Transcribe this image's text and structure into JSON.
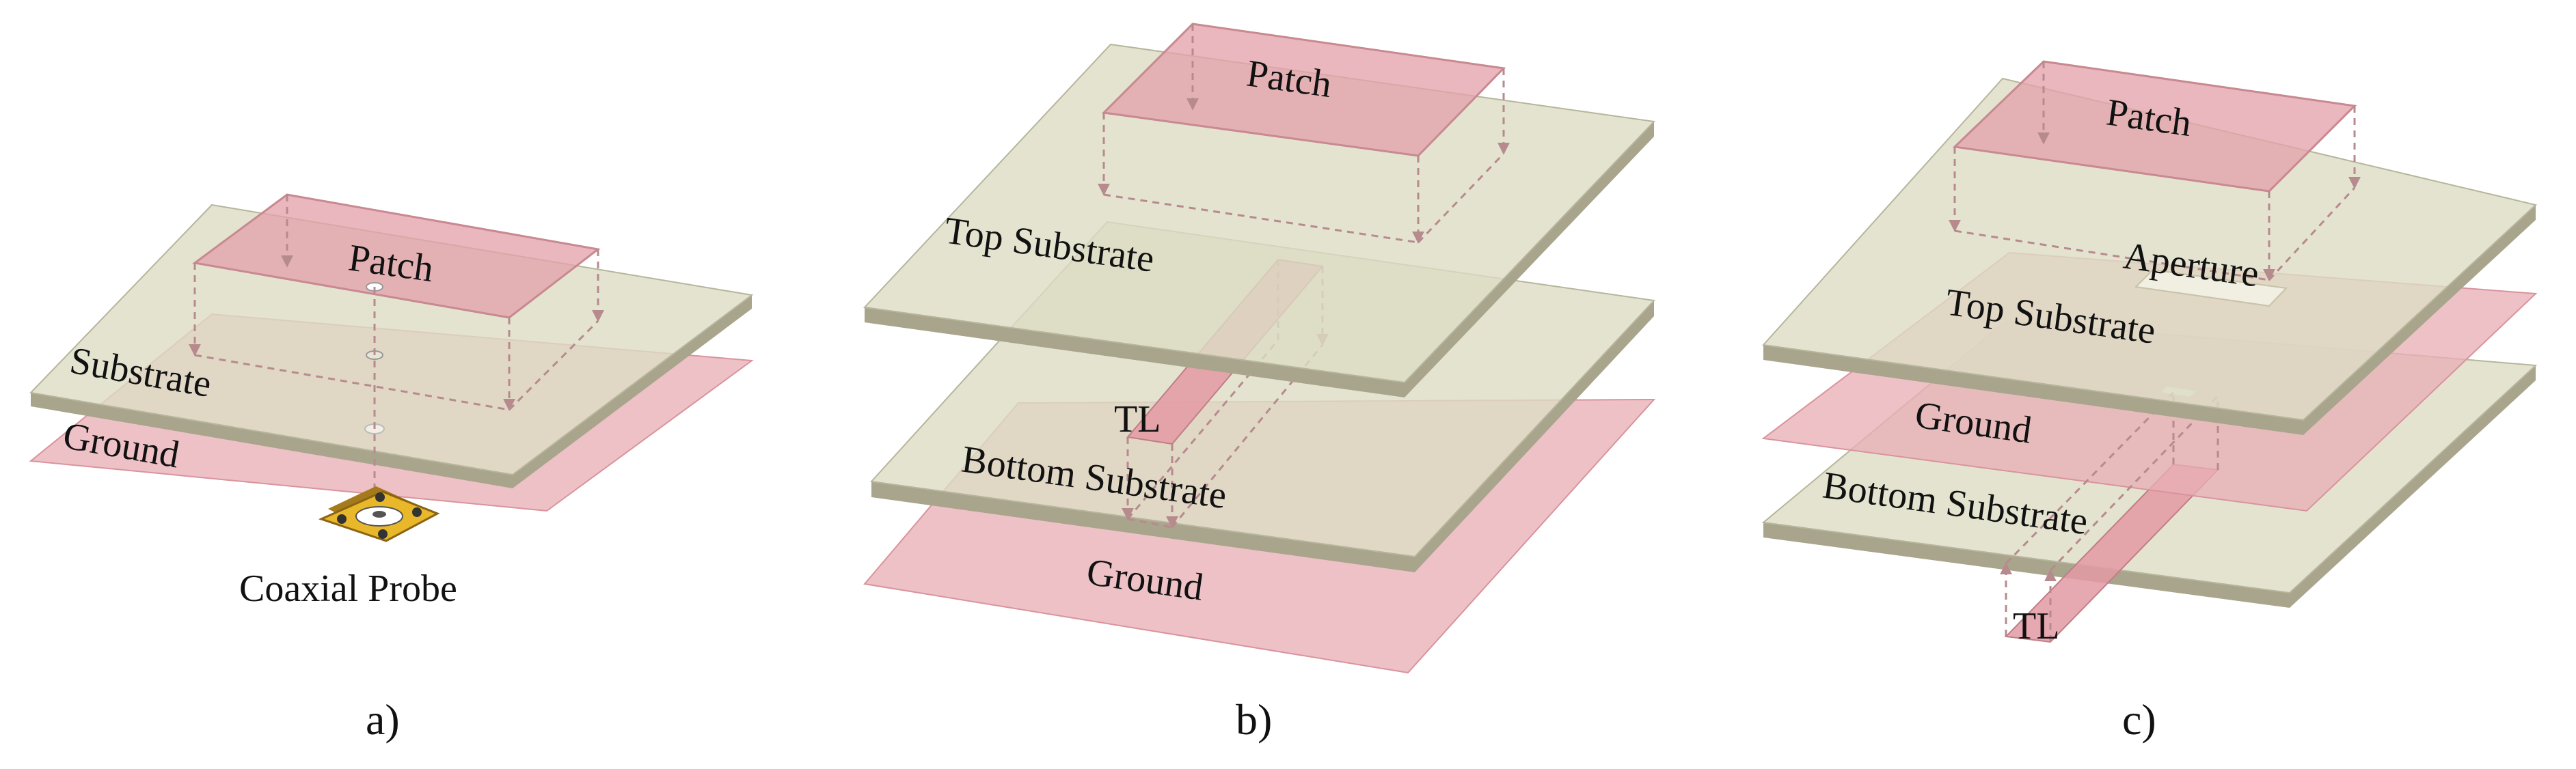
{
  "figure": {
    "panel_a": {
      "caption": "a)",
      "labels": {
        "patch": "Patch",
        "substrate": "Substrate",
        "ground": "Ground",
        "probe": "Coaxial Probe"
      }
    },
    "panel_b": {
      "caption": "b)",
      "labels": {
        "patch": "Patch",
        "top_substrate": "Top Substrate",
        "tl": "TL",
        "bottom_substrate": "Bottom Substrate",
        "ground": "Ground"
      }
    },
    "panel_c": {
      "caption": "c)",
      "labels": {
        "patch": "Patch",
        "aperture": "Aperture",
        "top_substrate": "Top Substrate",
        "ground": "Ground",
        "bottom_substrate": "Bottom Substrate",
        "tl": "TL"
      }
    },
    "colors": {
      "substrate": "#dcdcc4",
      "substrate_edge": "#a9a58c",
      "ground": "#e8b0b6",
      "patch": "#e3a3aa",
      "probe": "#e8b72a",
      "dashed_projection": "#b78a8e"
    }
  }
}
